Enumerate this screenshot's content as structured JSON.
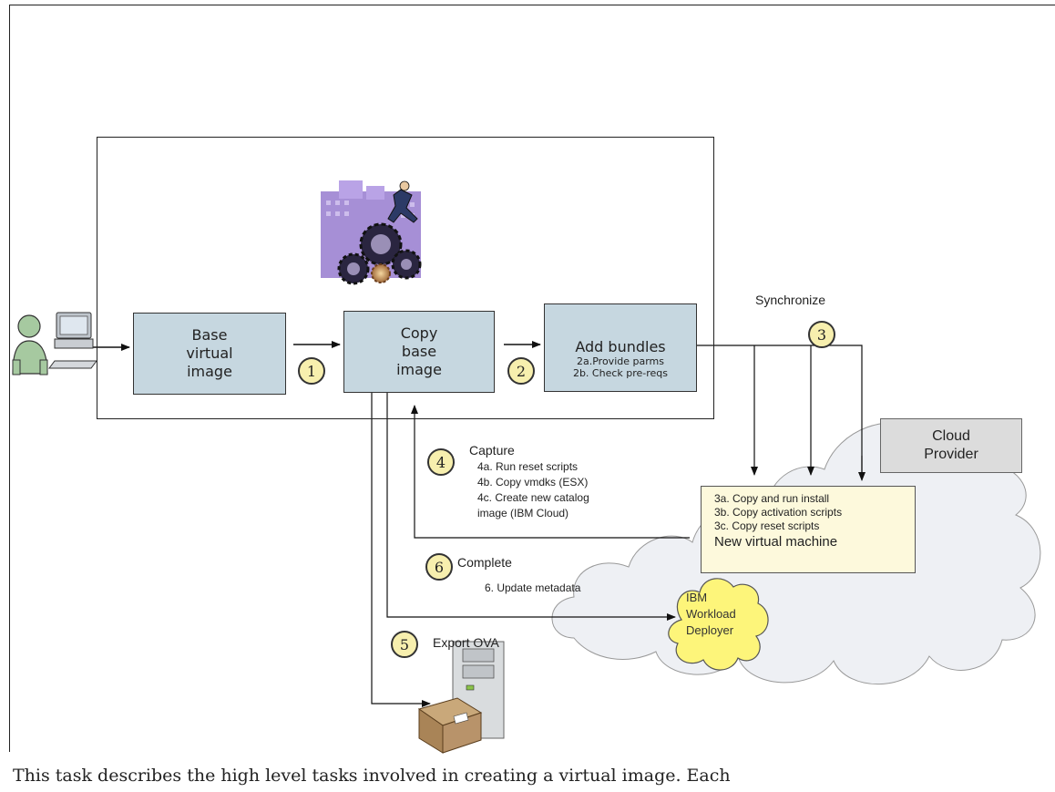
{
  "boxes": {
    "base_lines": [
      "Base",
      "virtual",
      "image"
    ],
    "copy_lines": [
      "Copy",
      "base",
      "image"
    ],
    "bundles_title": "Add bundles",
    "bundles_steps": [
      "2a.Provide parms",
      "2b. Check pre-reqs"
    ]
  },
  "badges": [
    "1",
    "2",
    "3",
    "4",
    "5",
    "6"
  ],
  "synchronize_label": "Synchronize",
  "capture": {
    "title": "Capture",
    "steps": [
      "4a. Run reset scripts",
      "4b. Copy vmdks (ESX)",
      "4c. Create new catalog",
      "image (IBM Cloud)"
    ]
  },
  "complete": {
    "title": "Complete",
    "step": "6. Update metadata"
  },
  "export_label": "Export OVA",
  "cloud_provider_lines": [
    "Cloud",
    "Provider"
  ],
  "vm": {
    "steps": [
      "3a. Copy and run install",
      "3b. Copy activation scripts",
      "3c. Copy reset scripts"
    ],
    "title": "New virtual machine"
  },
  "workload_deployer_lines": [
    "IBM",
    "Workload",
    "Deployer"
  ],
  "footer": "This task describes the high level tasks involved in creating a virtual image. Each",
  "colors": {
    "box_fill": "#c6d7e0",
    "badge_fill": "#f7efae",
    "vm_fill": "#fdf9dc",
    "cloud_fill": "#eef0f4",
    "deployer_fill": "#fdf57a",
    "provider_fill": "#dcdcdc"
  }
}
